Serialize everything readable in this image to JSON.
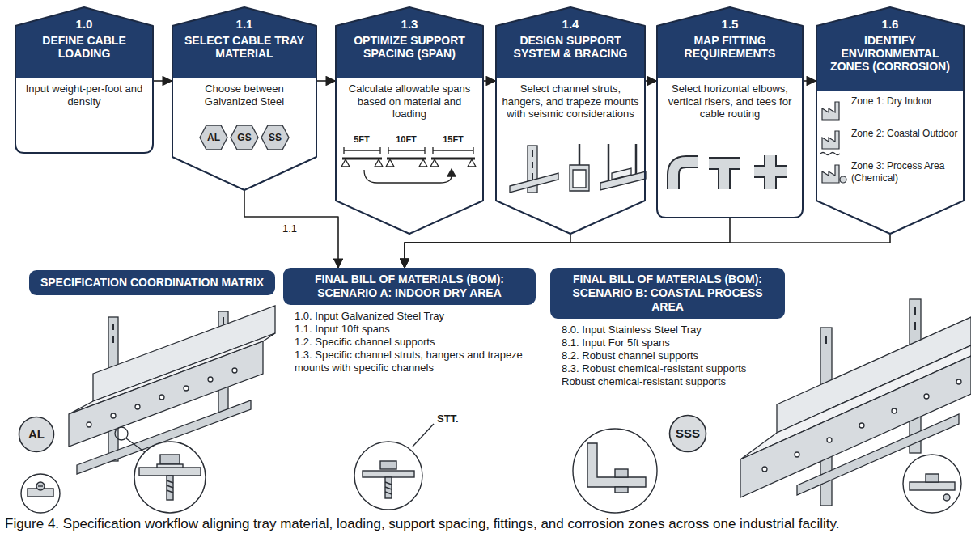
{
  "diagram": {
    "caption": "Figure 4. Specification workflow aligning tray material, loading, support spacing, fittings, and corrosion zones across one industrial facility.",
    "nodes": [
      {
        "text": [
          "1.0",
          "DEFINE CABLE LOADING",
          "Input weight-per-foot and density"
        ]
      },
      {
        "text": [
          "1.1",
          "SELECT CABLE TRAY MATERIAL",
          "Choose between Galvanized Steel"
        ]
      },
      {
        "text": [
          "AL"
        ],
        "in": 1
      },
      {
        "text": [
          "GS"
        ],
        "in": 1
      },
      {
        "text": [
          "SS"
        ],
        "in": 1
      },
      {
        "text": [
          "1.3",
          "OPTIMIZE SUPPORT SPACING (SPAN)",
          "Calculate allowable spans based on material and loading"
        ]
      },
      {
        "text": [
          "1.4",
          "DESIGN SUPPORT SYSTEM & BRACING",
          "Select channel struts, hangers, and trapeze mounts with seismic considerations"
        ]
      },
      {
        "text": [
          "1.5",
          "MAP FITTING REQUIREMENTS",
          "Select horizontal elbows, vertical risers, and tees for cable routing"
        ]
      },
      {
        "text": [
          "1.6",
          "IDENTIFY ENVIRONMENTAL ZONES (CORROSION)",
          "Zone 1: Dry Indoor",
          "Zone 2: Coastal Outdoor",
          "Zone 3: Process Area (Chemical)"
        ]
      },
      {
        "text": [
          "SPECIFICATION COORDINATION MATRIX"
        ]
      },
      {
        "text": [
          "FINAL BILL OF MATERIALS (BOM): SCENARIO A: INDOOR DRY AREA",
          "1.0. Input Galvanized Steel Tray",
          "1.1. Input 10ft spans",
          "1.2. Specific channel supports",
          "1.3. Specific channel struts, hangers and trapeze mounts with specific channels"
        ]
      },
      {
        "text": [
          "FINAL BILL OF MATERIALS (BOM): SCENARIO B: COASTAL PROCESS AREA",
          "8.0. Input Stainless Steel Tray",
          "8.1. Input For 5ft spans",
          "8.2. Robust channel supports",
          "8.3. Robust chemical-resistant supports Robust chemical-resistant supports"
        ]
      },
      {
        "text": [
          "AL"
        ]
      },
      {
        "text": [
          "SSS"
        ]
      }
    ],
    "edges": [
      {
        "from": 0,
        "to": 1,
        "arrow": "to"
      },
      {
        "from": 1,
        "to": 5,
        "arrow": "to"
      },
      {
        "from": 5,
        "to": 6,
        "arrow": "to"
      },
      {
        "from": 6,
        "to": 7,
        "arrow": "to"
      },
      {
        "from": 7,
        "to": 8,
        "arrow": "to"
      },
      {
        "from": 1,
        "to": 10,
        "label": "1.1",
        "arrow": "to"
      },
      {
        "from": 6,
        "to": 10,
        "arrow": "to"
      },
      {
        "from": 7,
        "to": 10,
        "arrow": "to"
      },
      {
        "from": 8,
        "to": 10,
        "arrow": "to"
      }
    ],
    "labels": [
      "5FT",
      "10FT",
      "15FT",
      "STT."
    ]
  }
}
